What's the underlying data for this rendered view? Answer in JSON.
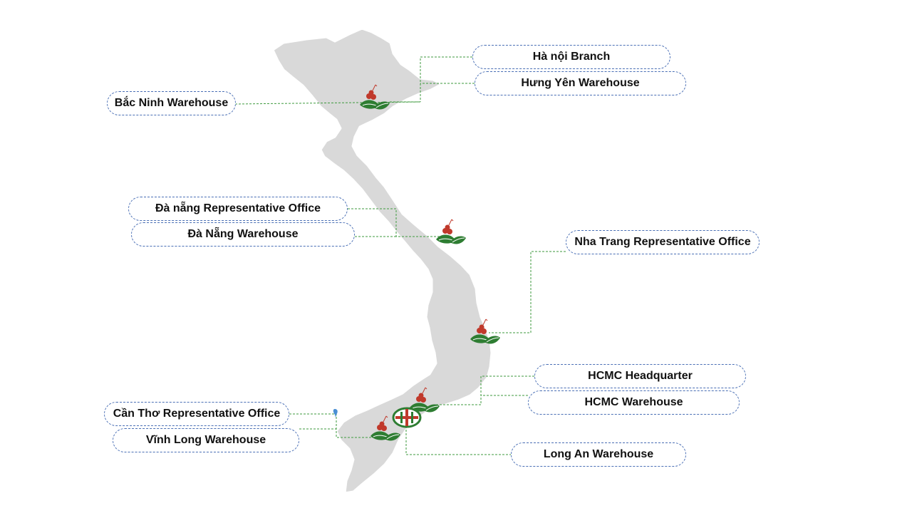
{
  "locations": [
    {
      "id": "hanoi-branch",
      "label": "Hà nội Branch"
    },
    {
      "id": "hung-yen-warehouse",
      "label": "Hưng Yên Warehouse"
    },
    {
      "id": "bac-ninh-warehouse",
      "label": "Bắc Ninh Warehouse"
    },
    {
      "id": "da-nang-rep-office",
      "label": "Đà nẵng Representative Office"
    },
    {
      "id": "da-nang-warehouse",
      "label": "Đà Nẵng Warehouse"
    },
    {
      "id": "nha-trang-rep-office",
      "label": "Nha Trang Representative Office"
    },
    {
      "id": "hcmc-headquarter",
      "label": "HCMC Headquarter"
    },
    {
      "id": "hcmc-warehouse",
      "label": "HCMC Warehouse"
    },
    {
      "id": "can-tho-rep-office",
      "label": "Cần Thơ Representative Office"
    },
    {
      "id": "vinh-long-warehouse",
      "label": "Vĩnh Long Warehouse"
    },
    {
      "id": "long-an-warehouse",
      "label": "Long An Warehouse"
    }
  ],
  "colors": {
    "land": "#d9d9d9",
    "connector": "#3e9a3e",
    "pill_border": "#4a6fb5",
    "leaf": "#2e7d32",
    "berry": "#c0392b"
  },
  "icons": {
    "marker": "coffee-leaf-marker-icon",
    "headquarter": "company-logo-icon",
    "pin": "map-pin-icon"
  }
}
